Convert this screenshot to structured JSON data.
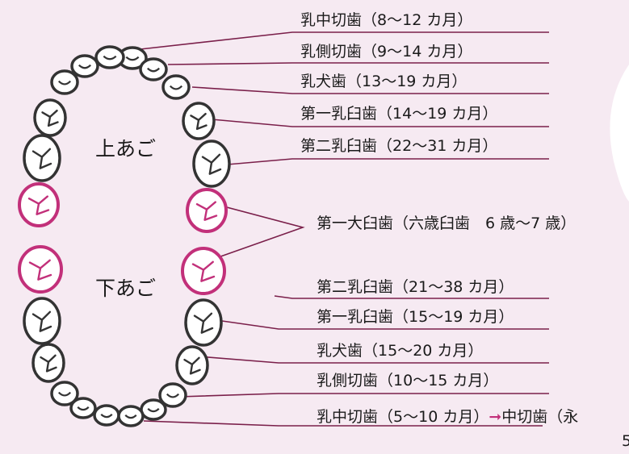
{
  "jaw_labels": {
    "upper": "上あご",
    "lower": "下あご"
  },
  "upper_teeth": [
    {
      "name": "乳中切歯",
      "age": "（8～12 カ月）"
    },
    {
      "name": "乳側切歯",
      "age": "（9～14 カ月）"
    },
    {
      "name": "乳犬歯",
      "age": "（13～19 カ月）"
    },
    {
      "name": "第一乳臼歯",
      "age": "（14～19 カ月）"
    },
    {
      "name": "第二乳臼歯",
      "age": "（22～31 カ月）"
    }
  ],
  "first_molar": {
    "name": "第一大臼歯",
    "age": "（六歳臼歯　6 歳～7 歳）"
  },
  "lower_teeth": [
    {
      "name": "第二乳臼歯",
      "age": "（21～38 カ月）"
    },
    {
      "name": "第一乳臼歯",
      "age": "（15～19 カ月）"
    },
    {
      "name": "乳犬歯",
      "age": "（15～20 カ月）"
    },
    {
      "name": "乳側切歯",
      "age": "（10～15 カ月）"
    },
    {
      "name": "乳中切歯",
      "age": "（5～10 カ月）"
    }
  ],
  "successor": {
    "arrow": "➞",
    "text": "中切歯（永",
    "subtext": "5"
  },
  "colors": {
    "background": "#f6eaf2",
    "leader_line": "#7a1f4a",
    "tooth_outline": "#333333",
    "molar_outline": "#c2307a",
    "tooth_fill": "#ffffff",
    "arrow": "#c2307a"
  }
}
